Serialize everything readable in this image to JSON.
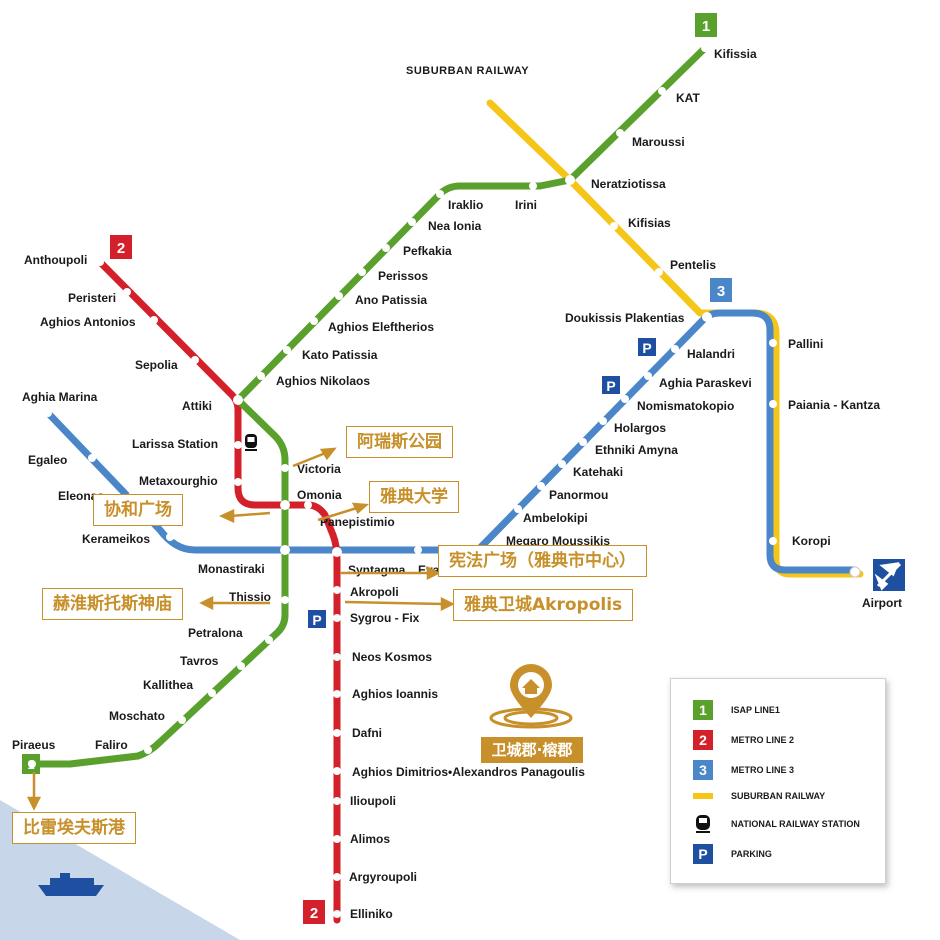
{
  "colors": {
    "line1": "#5aa02c",
    "line2": "#d4202a",
    "line3": "#4a86c8",
    "suburban": "#f5c518",
    "accent": "#c8902a",
    "parking": "#1f4fa0"
  },
  "header": {
    "suburban_title": "SUBURBAN RAILWAY"
  },
  "badges": {
    "line1": "1",
    "line2": "2",
    "line3": "3"
  },
  "stations": {
    "kifissia": "Kifissia",
    "kat": "KAT",
    "maroussi": "Maroussi",
    "neratziotissa": "Neratziotissa",
    "irini": "Irini",
    "iraklio": "Iraklio",
    "nea_ionia": "Nea Ionia",
    "pefkakia": "Pefkakia",
    "perissos": "Perissos",
    "ano_patissia": "Ano Patissia",
    "aghios_eleftherios": "Aghios Eleftherios",
    "kato_patissia": "Kato Patissia",
    "aghios_nikolaos": "Aghios Nikolaos",
    "attiki": "Attiki",
    "victoria": "Victoria",
    "omonia": "Omonia",
    "monastiraki": "Monastiraki",
    "thissio": "Thissio",
    "petralona": "Petralona",
    "tavros": "Tavros",
    "kallithea": "Kallithea",
    "moschato": "Moschato",
    "faliro": "Faliro",
    "piraeus": "Piraeus",
    "anthoupoli": "Anthoupoli",
    "peristeri": "Peristeri",
    "aghios_antonios": "Aghios Antonios",
    "sepolia": "Sepolia",
    "larissa_station": "Larissa Station",
    "metaxourghio": "Metaxourghio",
    "panepistimio": "Panepistimio",
    "syntagma": "Syntagma",
    "akropoli": "Akropoli",
    "sygrou_fix": "Sygrou - Fix",
    "neos_kosmos": "Neos Kosmos",
    "aghios_ioannis": "Aghios Ioannis",
    "dafni": "Dafni",
    "aghios_dimitrios": "Aghios Dimitrios•Alexandros Panagoulis",
    "ilioupoli": "Ilioupoli",
    "alimos": "Alimos",
    "argyroupoli": "Argyroupoli",
    "elliniko": "Elliniko",
    "aghia_marina": "Aghia Marina",
    "egaleo": "Egaleo",
    "eleonas": "Eleonas",
    "kerameikos": "Kerameikos",
    "evangelismos": "Evangelismos",
    "megaro_moussikis": "Megaro Moussikis",
    "ambelokipi": "Ambelokipi",
    "panormou": "Panormou",
    "katehaki": "Katehaki",
    "ethniki_amyna": "Ethniki Amyna",
    "holargos": "Holargos",
    "nomismatokopio": "Nomismatokopio",
    "aghia_paraskevi": "Aghia Paraskevi",
    "halandri": "Halandri",
    "doukissis_plakentias": "Doukissis Plakentias",
    "pallini": "Pallini",
    "paiania_kantza": "Paiania - Kantza",
    "koropi": "Koropi",
    "airport": "Airport",
    "kifisias": "Kifisias",
    "pentelis": "Pentelis"
  },
  "annotations": {
    "areos_park": "阿瑞斯公园",
    "athens_university": "雅典大学",
    "omonia_square": "协和广场",
    "syntagma_square": "宪法广场（雅典市中心）",
    "acropolis": "雅典卫城Akropolis",
    "hephaestus_temple": "赫淮斯托斯神庙",
    "piraeus_port": "比雷埃夫斯港",
    "home_label": "卫城郡·榕郡"
  },
  "legend": {
    "line1": "ISAP LINE1",
    "line2": "METRO LINE 2",
    "line3": "METRO LINE 3",
    "suburban": "SUBURBAN RAILWAY",
    "national_railway": "NATIONAL RAILWAY STATION",
    "parking": "PARKING",
    "parking_symbol": "P"
  }
}
